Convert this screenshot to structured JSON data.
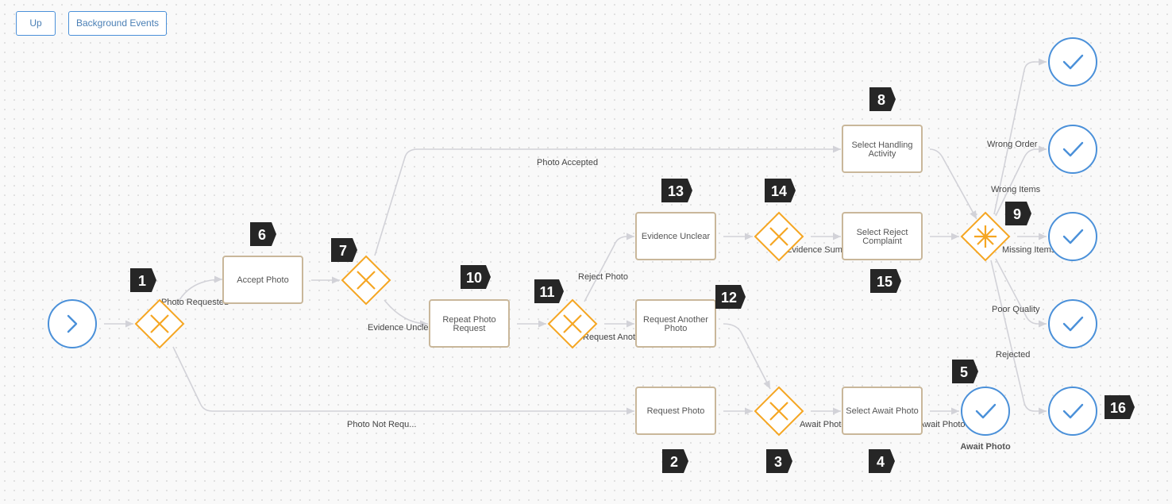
{
  "toolbar": {
    "up_label": "Up",
    "background_events_label": "Background Events"
  },
  "tasks": {
    "accept_photo": "Accept Photo",
    "repeat_photo_request_1": "Repeat Photo",
    "repeat_photo_request_2": "Request",
    "evidence_unclear": "Evidence Unclear",
    "request_another_photo_1": "Request Another",
    "request_another_photo_2": "Photo",
    "request_photo": "Request Photo",
    "select_handling_activity_1": "Select Handling",
    "select_handling_activity_2": "Activity",
    "select_reject_complaint_1": "Select Reject",
    "select_reject_complaint_2": "Complaint",
    "select_await_photo": "Select Await Photo"
  },
  "edge_labels": {
    "photo_requested": "Photo Requested",
    "photo_not_requested": "Photo Not Requ...",
    "photo_accepted": "Photo Accepted",
    "evidence_unclear": "Evidence Unclear",
    "reject_photo": "Reject Photo",
    "request_another": "Request Anothe...",
    "evidence_summary": "Evidence Summary",
    "await_photo_1": "Await Photo",
    "await_photo_2": "Await Photo",
    "wrong_order": "Wrong Order",
    "wrong_items": "Wrong Items",
    "missing_items": "Missing Items",
    "poor_quality": "Poor Quality",
    "rejected": "Rejected"
  },
  "end_event_caption": "Await Photo",
  "badges": {
    "b1": "1",
    "b2": "2",
    "b3": "3",
    "b4": "4",
    "b5": "5",
    "b6": "6",
    "b7": "7",
    "b8": "8",
    "b9": "9",
    "b10": "10",
    "b11": "11",
    "b12": "12",
    "b13": "13",
    "b14": "14",
    "b15": "15",
    "b16": "16"
  },
  "colors": {
    "event_blue": "#4a90d9",
    "gateway_orange": "#f5a623",
    "task_border": "#c9b79a",
    "badge": "#262626"
  },
  "icons": {
    "start_event": "chevron-right-icon",
    "end_event": "check-icon",
    "exclusive_gateway": "x-icon",
    "complex_gateway": "asterisk-icon"
  }
}
